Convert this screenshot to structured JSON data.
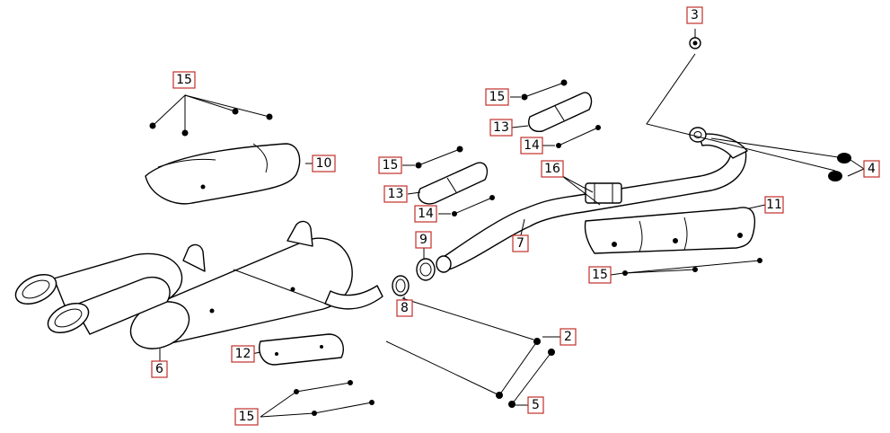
{
  "callout_color": "#c0302a",
  "callouts": [
    {
      "id": "c2",
      "label": "2"
    },
    {
      "id": "c3",
      "label": "3"
    },
    {
      "id": "c4",
      "label": "4"
    },
    {
      "id": "c5",
      "label": "5"
    },
    {
      "id": "c6",
      "label": "6"
    },
    {
      "id": "c7",
      "label": "7"
    },
    {
      "id": "c8",
      "label": "8"
    },
    {
      "id": "c9",
      "label": "9"
    },
    {
      "id": "c10",
      "label": "10"
    },
    {
      "id": "c11",
      "label": "11"
    },
    {
      "id": "c12",
      "label": "12"
    },
    {
      "id": "c13a",
      "label": "13"
    },
    {
      "id": "c13b",
      "label": "13"
    },
    {
      "id": "c14a",
      "label": "14"
    },
    {
      "id": "c14b",
      "label": "14"
    },
    {
      "id": "c15a",
      "label": "15"
    },
    {
      "id": "c15b",
      "label": "15"
    },
    {
      "id": "c15c",
      "label": "15"
    },
    {
      "id": "c15d",
      "label": "15"
    },
    {
      "id": "c15e",
      "label": "15"
    },
    {
      "id": "c16",
      "label": "16"
    }
  ]
}
